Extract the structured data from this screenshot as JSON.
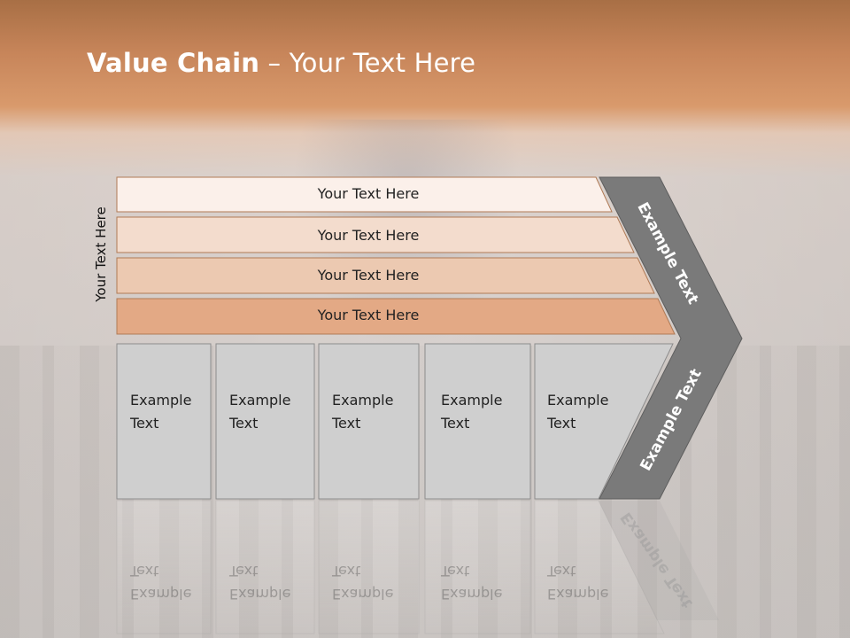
{
  "slide": {
    "title_bold": "Value Chain",
    "title_rest": " – Your Text Here",
    "side_label": "Your Text Here"
  },
  "rows": [
    {
      "label": "Your Text Here",
      "fill": "#fbf0ea"
    },
    {
      "label": "Your Text Here",
      "fill": "#f3dccd"
    },
    {
      "label": "Your Text Here",
      "fill": "#ecc9b1"
    },
    {
      "label": "Your Text Here",
      "fill": "#e3a985"
    }
  ],
  "boxes": [
    {
      "line1": "Example",
      "line2": "Text"
    },
    {
      "line1": "Example",
      "line2": "Text"
    },
    {
      "line1": "Example",
      "line2": "Text"
    },
    {
      "line1": "Example",
      "line2": "Text"
    },
    {
      "line1": "Example",
      "line2": "Text"
    }
  ],
  "arrow": {
    "upper_label": "Example Text",
    "lower_label": "Example Text",
    "fill": "#7a7a7a"
  },
  "colors": {
    "box_fill": "#cfcfcf",
    "box_stroke": "#8c8c8c",
    "row_stroke": "#b07a55"
  }
}
